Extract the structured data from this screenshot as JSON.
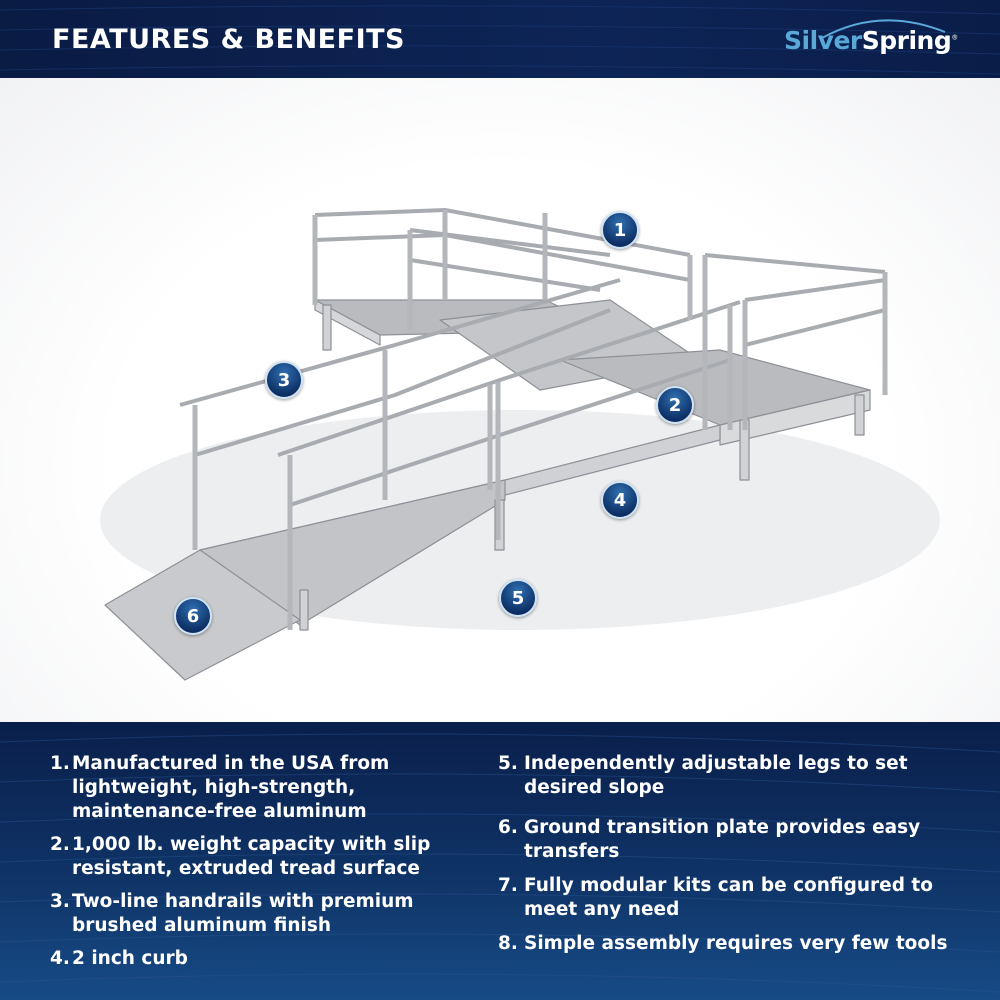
{
  "header": {
    "title": "FEATURES & BENEFITS",
    "logo_part1": "Silver",
    "logo_part2": "Spring",
    "logo_mark": "®"
  },
  "badges": [
    "1",
    "2",
    "3",
    "4",
    "5",
    "6"
  ],
  "features_left": [
    {
      "num": "1.",
      "text": "Manufactured in the USA from lightweight, high-strength, maintenance-free aluminum"
    },
    {
      "num": "2.",
      "text": "1,000 lb. weight capacity with slip resistant, extruded tread surface"
    },
    {
      "num": "3.",
      "text": "Two-line handrails with premium brushed aluminum finish"
    },
    {
      "num": "4.",
      "text": "2 inch curb"
    }
  ],
  "features_right": [
    {
      "num": "5.",
      "text": "Independently adjustable legs to set desired slope"
    },
    {
      "num": "6.",
      "text": "Ground transition plate provides easy transfers"
    },
    {
      "num": "7.",
      "text": "Fully modular kits can be configured to meet any need"
    },
    {
      "num": "8.",
      "text": "Simple assembly requires very few tools"
    }
  ],
  "colors": {
    "navy": "#0b1f4a",
    "accent": "#5aa8d8",
    "aluminum": "#c9cbce"
  }
}
